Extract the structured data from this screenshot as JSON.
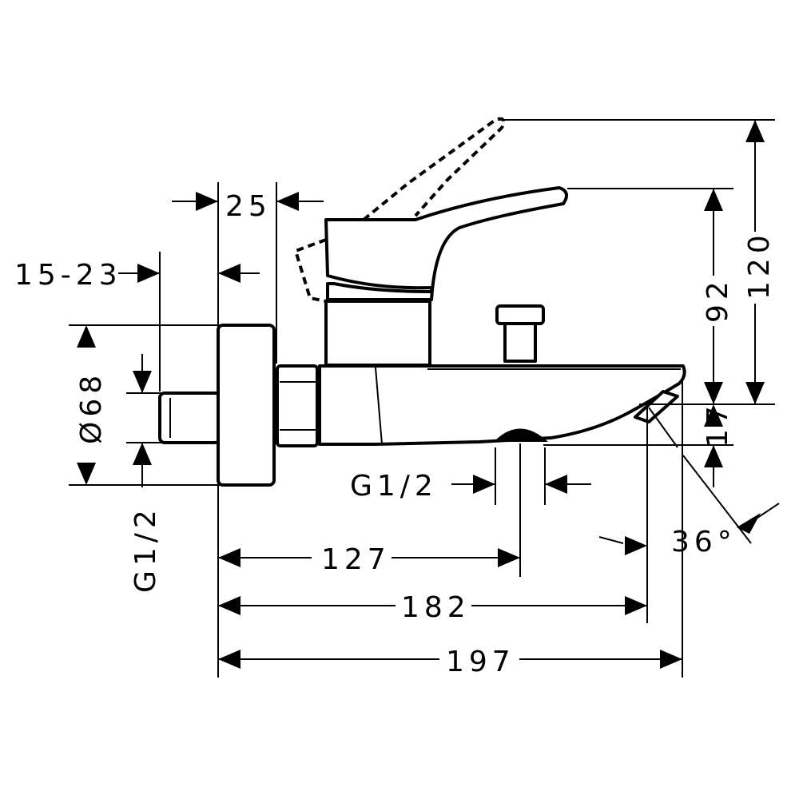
{
  "dimensions": {
    "d25": "25",
    "d15_23": "15-23",
    "d68": "Ø68",
    "g12_left": "G1/2",
    "g12_bottom": "G1/2",
    "d127": "127",
    "d182": "182",
    "d197": "197",
    "d92": "92",
    "d120": "120",
    "d17": "17",
    "angle36": "36°"
  }
}
